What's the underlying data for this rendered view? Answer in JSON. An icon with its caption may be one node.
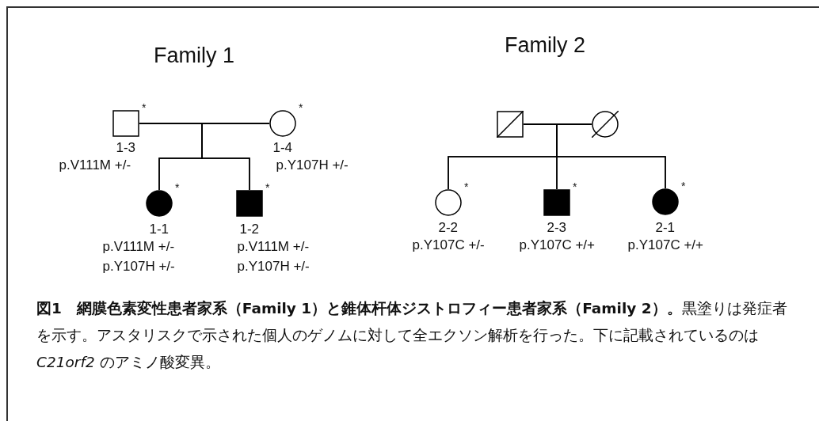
{
  "diagram": {
    "caption": "**図1　網膜色素変性患者家系（Family 1）と錐体杆体ジストロフィー患者家系（Family 2）。**黒塗りは発症者を示す。アスタリスクで示された個人のゲノムに対して全エクソン解析を行った。下に記載されているのは *C21orf2* のアミノ酸変異。",
    "nodes": [
      {
        "text": [],
        "shape": "box",
        "beside": [
          "*",
          "1-3",
          "p.V111M +/-"
        ]
      },
      {
        "text": [],
        "shape": "circle",
        "beside": [
          "*",
          "1-4",
          "p.Y107H +/-"
        ]
      },
      {
        "text": [],
        "shape": "circle",
        "beside": [
          "*",
          "1-1",
          "p.V111M +/-",
          "p.Y107H +/-"
        ]
      },
      {
        "text": [],
        "shape": "box",
        "beside": [
          "*",
          "1-2",
          "p.V111M +/-",
          "p.Y107H +/-"
        ]
      },
      {
        "text": [],
        "shape": "box"
      },
      {
        "text": [],
        "shape": "circle"
      },
      {
        "text": [],
        "shape": "circle",
        "beside": [
          "*",
          "2-2",
          "p.Y107C +/-"
        ]
      },
      {
        "text": [],
        "shape": "box",
        "beside": [
          "*",
          "2-3",
          "p.Y107C +/+"
        ]
      },
      {
        "text": [],
        "shape": "circle",
        "beside": [
          "*",
          "2-1",
          "p.Y107C +/+"
        ]
      }
    ],
    "edges": [
      {
        "from": 0,
        "to": 1,
        "arrow": "none"
      },
      {
        "from": 0,
        "to": 2,
        "arrow": "none"
      },
      {
        "from": 1,
        "to": 2,
        "arrow": "none"
      },
      {
        "from": 0,
        "to": 3,
        "arrow": "none"
      },
      {
        "from": 1,
        "to": 3,
        "arrow": "none"
      },
      {
        "from": 4,
        "to": 5,
        "arrow": "none"
      },
      {
        "from": 4,
        "to": 6,
        "arrow": "none"
      },
      {
        "from": 5,
        "to": 6,
        "arrow": "none"
      },
      {
        "from": 4,
        "to": 7,
        "arrow": "none"
      },
      {
        "from": 5,
        "to": 7,
        "arrow": "none"
      },
      {
        "from": 4,
        "to": 8,
        "arrow": "none"
      },
      {
        "from": 5,
        "to": 8,
        "arrow": "none"
      }
    ],
    "labels": [
      "Family 1",
      "Family 2"
    ]
  }
}
